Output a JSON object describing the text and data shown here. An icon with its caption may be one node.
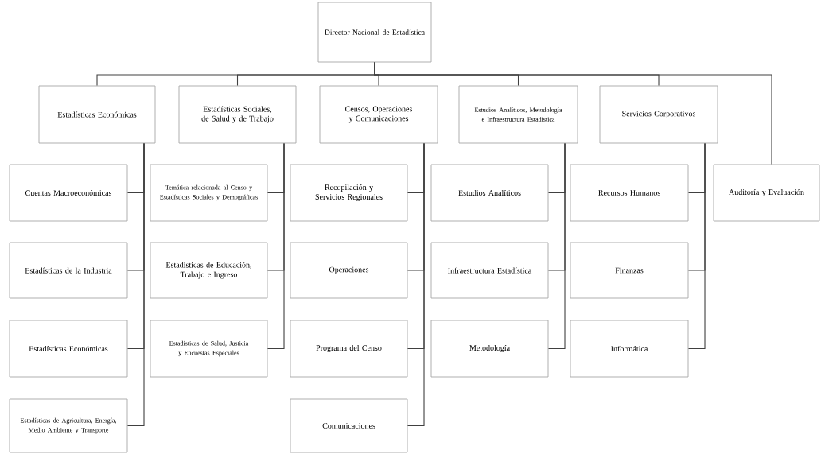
{
  "diagram": {
    "nodes": [
      {
        "text": [
          "Director Nacional de Estadística"
        ]
      },
      {
        "text": [
          "Estadísticas Económicas"
        ]
      },
      {
        "text": [
          "Estadísticas Sociales, de Salud y de Trabajo"
        ]
      },
      {
        "text": [
          "Censos, Operaciones y Comunicaciones"
        ]
      },
      {
        "text": [
          "Estudios Analíticos, Metodología e Infraestructura Estadística"
        ]
      },
      {
        "text": [
          "Servicios Corporativos"
        ]
      },
      {
        "text": [
          "Auditoría y Evaluación"
        ]
      },
      {
        "text": [
          "Cuentas Macroeconómicas"
        ]
      },
      {
        "text": [
          "Estadísticas de la Industria"
        ]
      },
      {
        "text": [
          "Estadísticas Económicas"
        ]
      },
      {
        "text": [
          "Estadísticas de Agricultura, Energía, Medio Ambiente y Transporte"
        ]
      },
      {
        "text": [
          "Temática relacionada al Censo y Estadísticas Sociales y Demográficas"
        ]
      },
      {
        "text": [
          "Estadísticas de Educación, Trabajo e Ingreso"
        ]
      },
      {
        "text": [
          "Estadísticas de Salud, Justicia y Encuestas Especiales"
        ]
      },
      {
        "text": [
          "Recopilación y Servicios Regionales"
        ]
      },
      {
        "text": [
          "Operaciones"
        ]
      },
      {
        "text": [
          "Programa del Censo"
        ]
      },
      {
        "text": [
          "Comunicaciones"
        ]
      },
      {
        "text": [
          "Estudios Analíticos"
        ]
      },
      {
        "text": [
          "Infraestructura Estadística"
        ]
      },
      {
        "text": [
          "Metodología"
        ]
      },
      {
        "text": [
          "Recursos Humanos"
        ]
      },
      {
        "text": [
          "Finanzas"
        ]
      },
      {
        "text": [
          "Informática"
        ]
      }
    ],
    "edges": [
      {
        "from": 0,
        "to": 1,
        "arrow": "none"
      },
      {
        "from": 0,
        "to": 2,
        "arrow": "none"
      },
      {
        "from": 0,
        "to": 3,
        "arrow": "none"
      },
      {
        "from": 0,
        "to": 4,
        "arrow": "none"
      },
      {
        "from": 0,
        "to": 5,
        "arrow": "none"
      },
      {
        "from": 0,
        "to": 6,
        "arrow": "none"
      },
      {
        "from": 1,
        "to": 7,
        "arrow": "none"
      },
      {
        "from": 1,
        "to": 8,
        "arrow": "none"
      },
      {
        "from": 1,
        "to": 9,
        "arrow": "none"
      },
      {
        "from": 1,
        "to": 10,
        "arrow": "none"
      },
      {
        "from": 2,
        "to": 11,
        "arrow": "none"
      },
      {
        "from": 2,
        "to": 12,
        "arrow": "none"
      },
      {
        "from": 2,
        "to": 13,
        "arrow": "none"
      },
      {
        "from": 3,
        "to": 14,
        "arrow": "none"
      },
      {
        "from": 3,
        "to": 15,
        "arrow": "none"
      },
      {
        "from": 3,
        "to": 16,
        "arrow": "none"
      },
      {
        "from": 3,
        "to": 17,
        "arrow": "none"
      },
      {
        "from": 4,
        "to": 18,
        "arrow": "none"
      },
      {
        "from": 4,
        "to": 19,
        "arrow": "none"
      },
      {
        "from": 4,
        "to": 20,
        "arrow": "none"
      },
      {
        "from": 5,
        "to": 21,
        "arrow": "none"
      },
      {
        "from": 5,
        "to": 22,
        "arrow": "none"
      },
      {
        "from": 5,
        "to": 23,
        "arrow": "none"
      }
    ]
  }
}
